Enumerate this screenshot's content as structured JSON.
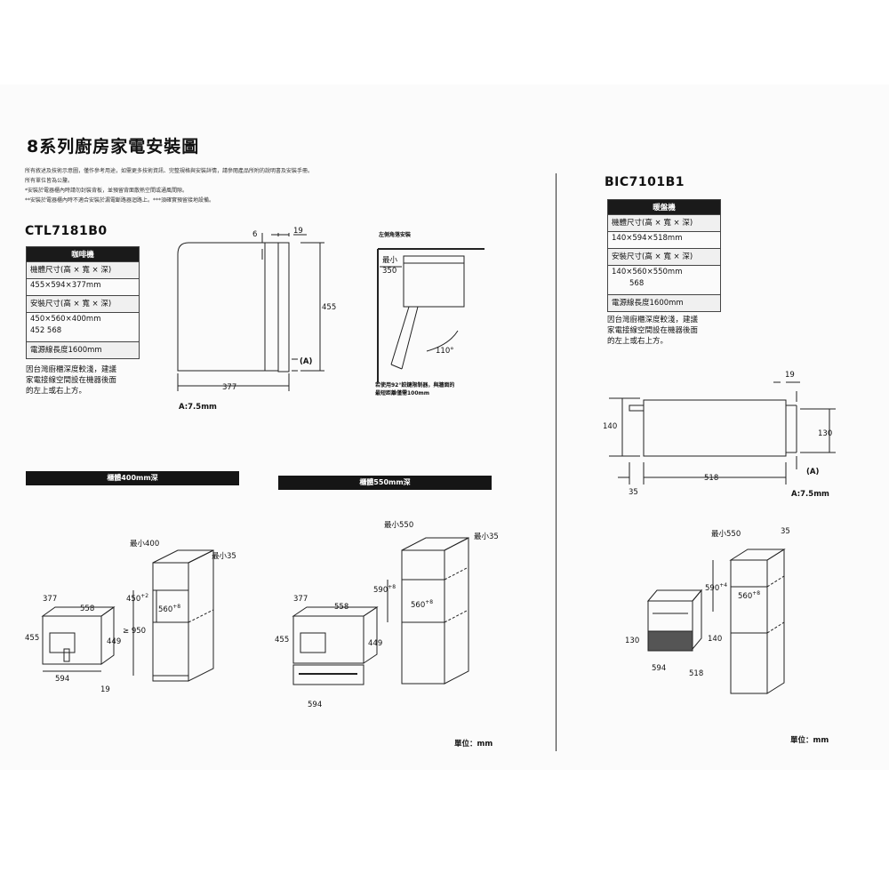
{
  "title": "8系列廚房家電安裝圖",
  "notes": [
    "所有敘述及技術示意圖，僅作參考用途，如需更多技術資訊、完整規格與安裝詳情，請參閱產品所附的說明書及安裝手冊。",
    "所有單位皆為公釐。",
    "*安裝於電器櫃內時請勿封裝背板，並預留背面散熱空間或通風間隙。",
    "**安裝於電器櫃內時不適合安裝於漏電斷路器迴路上。***須確實預留接地設備。"
  ],
  "coffee": {
    "model": "CTL7181B0",
    "table_head": "咖啡機",
    "size_label": "機體尺寸(高 × 寬 × 深)",
    "size_value": "455×594×377mm",
    "install_label": "安裝尺寸(高 × 寬 × 深)",
    "install_value": "450×560×400mm",
    "install_sub": "452  568",
    "cord": "電源線長度1600mm",
    "explain": [
      "因台灣廚櫃深度較淺，建議",
      "家電接線空間設在機器後面",
      "的左上或右上方。"
    ],
    "side": {
      "d6": "6",
      "d19": "19",
      "d455": "455",
      "d377": "377",
      "a_mark": "(A)",
      "a_note": "A:7.5mm"
    },
    "door": {
      "title": "左側角落安裝",
      "min": "最小",
      "d350": "350",
      "angle": "110°",
      "note1": "若使用92°鉸鏈限制器，與牆面的",
      "note2": "最短距離僅需100mm"
    },
    "bar400": "櫃體400mm深",
    "bar550": "櫃體550mm深",
    "install400": {
      "w377": "377",
      "w558": "558",
      "h455": "455",
      "h449": "449",
      "w594": "594",
      "d19": "19",
      "min400": "最小400",
      "min35": "最小35",
      "h450": "450",
      "h450_sup": "+2",
      "w560": "560",
      "w560_sup": "+8",
      "h950": "≥ 950"
    },
    "install550": {
      "w377": "377",
      "w558": "558",
      "h455": "455",
      "h449": "449",
      "w594": "594",
      "min550": "最小550",
      "min35": "最小35",
      "h590": "590",
      "h590_sup": "+8",
      "w560": "560",
      "w560_sup": "+8"
    },
    "unit": "單位：mm"
  },
  "drawer": {
    "model": "BIC7101B1",
    "table_head": "暖盤機",
    "size_label": "機體尺寸(高 × 寬 × 深)",
    "size_value": "140×594×518mm",
    "install_label": "安裝尺寸(高 × 寬 × 深)",
    "install_value": "140×560×550mm",
    "install_sub": "568",
    "cord": "電源線長度1600mm",
    "explain": [
      "因台灣廚櫃深度較淺，建議",
      "家電接線空間設在機器後面",
      "的左上或右上方。"
    ],
    "side": {
      "d19": "19",
      "d140": "140",
      "d130": "130",
      "d35": "35",
      "d518": "518",
      "a_mark": "(A)",
      "a_note": "A:7.5mm"
    },
    "install": {
      "min550": "最小550",
      "d35": "35",
      "h590": "590",
      "h590_sup": "+4",
      "w560": "560",
      "w560_sup": "+8",
      "h130": "130",
      "h140": "140",
      "w594": "594",
      "w518": "518"
    },
    "unit": "單位：mm"
  }
}
